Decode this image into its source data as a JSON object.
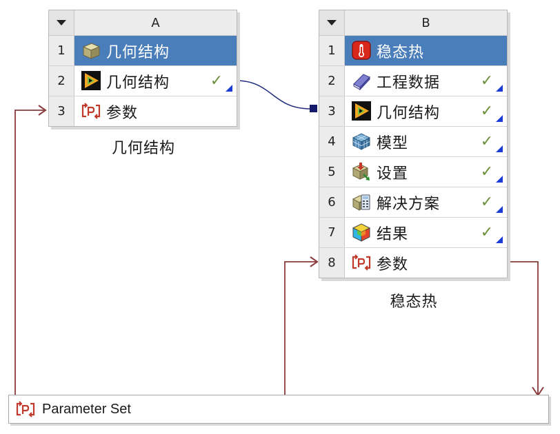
{
  "systems": [
    {
      "column": "A",
      "caption": "几何结构",
      "rows": [
        {
          "num": "1",
          "label": "几何结构",
          "icon": "geometry-box-icon",
          "header": true,
          "check": "",
          "marker": false
        },
        {
          "num": "2",
          "label": "几何结构",
          "icon": "spaceclaim-geometry-icon",
          "header": false,
          "check": "✓",
          "marker": true
        },
        {
          "num": "3",
          "label": "参数",
          "icon": "parameter-icon",
          "header": false,
          "check": "",
          "marker": false
        }
      ]
    },
    {
      "column": "B",
      "caption": "稳态热",
      "rows": [
        {
          "num": "1",
          "label": "稳态热",
          "icon": "thermometer-icon",
          "header": true,
          "check": "",
          "marker": false
        },
        {
          "num": "2",
          "label": "工程数据",
          "icon": "engineering-data-book-icon",
          "header": false,
          "check": "✓",
          "marker": true
        },
        {
          "num": "3",
          "label": "几何结构",
          "icon": "spaceclaim-geometry-icon",
          "header": false,
          "check": "✓",
          "marker": true
        },
        {
          "num": "4",
          "label": "模型",
          "icon": "mesh-model-icon",
          "header": false,
          "check": "✓",
          "marker": true
        },
        {
          "num": "5",
          "label": "设置",
          "icon": "setup-icon",
          "header": false,
          "check": "✓",
          "marker": true
        },
        {
          "num": "6",
          "label": "解决方案",
          "icon": "solution-icon",
          "header": false,
          "check": "✓",
          "marker": true
        },
        {
          "num": "7",
          "label": "结果",
          "icon": "results-icon",
          "header": false,
          "check": "✓",
          "marker": true
        },
        {
          "num": "8",
          "label": "参数",
          "icon": "parameter-icon",
          "header": false,
          "check": "",
          "marker": false
        }
      ]
    }
  ],
  "parameter_set": {
    "label": "Parameter Set",
    "icon": "parameter-icon"
  },
  "colors": {
    "header_blue": "#4a7ebb",
    "check_green": "#6e8f3a",
    "link_line": "#1f2a7a",
    "parameter_line": "#8b3a3a",
    "status_marker": "#1a3dd6"
  }
}
